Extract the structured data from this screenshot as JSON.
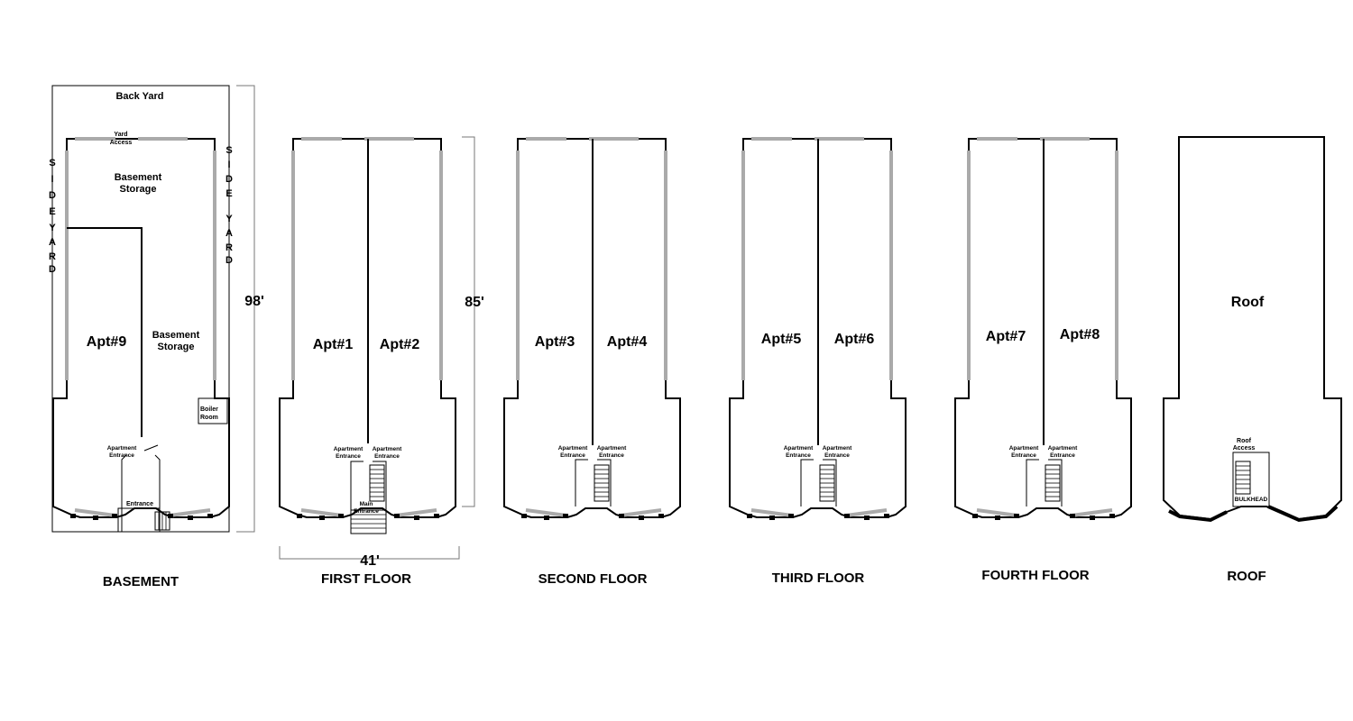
{
  "plans": {
    "basement": {
      "title": "BASEMENT",
      "back_yard": "Back Yard",
      "side_yard_left": [
        "S",
        "I",
        "D",
        "E",
        "Y",
        "A",
        "R",
        "D"
      ],
      "side_yard_right": [
        "S",
        "I",
        "D",
        "E",
        "Y",
        "A",
        "R",
        "D"
      ],
      "yard_access": [
        "Yard",
        "Access"
      ],
      "storage_top": [
        "Basement",
        "Storage"
      ],
      "storage_right": [
        "Basement",
        "Storage"
      ],
      "apt": "Apt#9",
      "boiler": [
        "Boiler",
        "Room"
      ],
      "apartment_entrance": [
        "Apartment",
        "Entrance"
      ],
      "entrance": "Entrance",
      "depth": "98'"
    },
    "first": {
      "title": "FIRST FLOOR",
      "apt_left": "Apt#1",
      "apt_right": "Apt#2",
      "entrance_left": [
        "Apartment",
        "Entrance"
      ],
      "entrance_right": [
        "Apartment",
        "Entrance"
      ],
      "main_entrance": [
        "Main",
        "Entrance"
      ],
      "depth": "85'",
      "width": "41'"
    },
    "second": {
      "title": "SECOND FLOOR",
      "apt_left": "Apt#3",
      "apt_right": "Apt#4",
      "entrance_left": [
        "Apartment",
        "Entrance"
      ],
      "entrance_right": [
        "Apartment",
        "Entrance"
      ]
    },
    "third": {
      "title": "THIRD FLOOR",
      "apt_left": "Apt#5",
      "apt_right": "Apt#6",
      "entrance_left": [
        "Apartment",
        "Entrance"
      ],
      "entrance_right": [
        "Apartment",
        "Entrance"
      ]
    },
    "fourth": {
      "title": "FOURTH FLOOR",
      "apt_left": "Apt#7",
      "apt_right": "Apt#8",
      "entrance_left": [
        "Apartment",
        "Entrance"
      ],
      "entrance_right": [
        "Apartment",
        "Entrance"
      ]
    },
    "roof": {
      "title": "ROOF",
      "label": "Roof",
      "roof_access": [
        "Roof",
        "Access"
      ],
      "bulkhead": "BULKHEAD"
    }
  }
}
